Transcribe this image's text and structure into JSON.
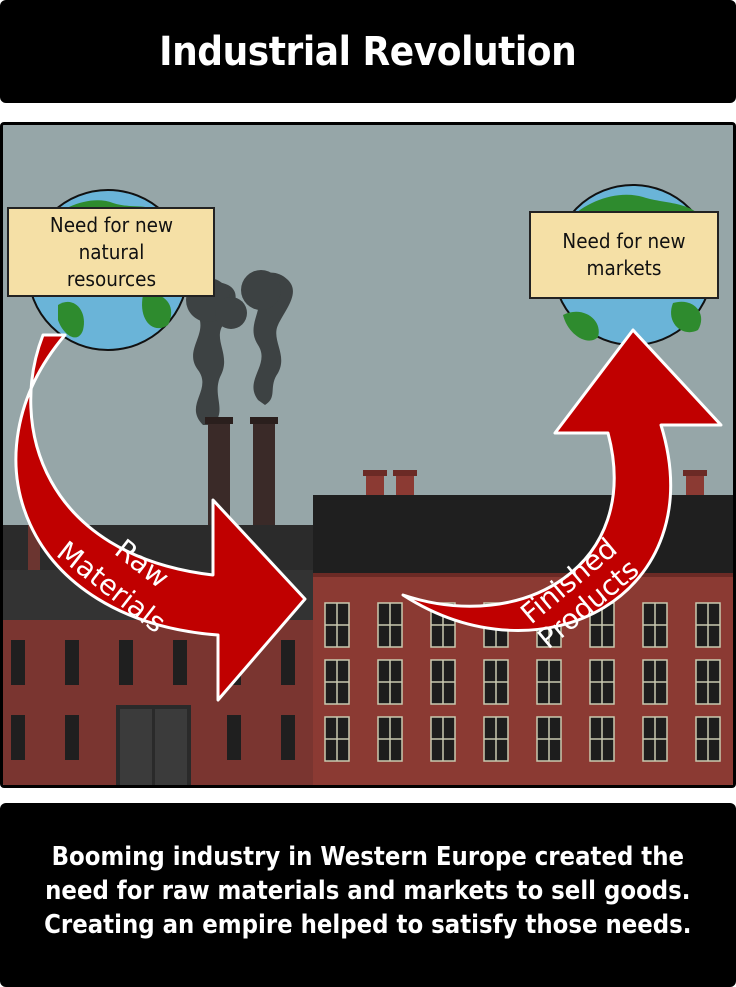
{
  "title": "Industrial Revolution",
  "labels": {
    "left_globe": "Need for new natural resources",
    "right_globe": "Need for new markets"
  },
  "arrows": {
    "left": [
      "Raw",
      "Materials"
    ],
    "right": [
      "Finished",
      "Products"
    ]
  },
  "caption": "Booming industry in Western Europe created the\nneed for raw materials and markets to sell goods.\nCreating an empire helped to satisfy those needs.",
  "colors": {
    "sky": "#96a6a8",
    "arrow": "#c00000",
    "brick": "#8b3a33",
    "label_bg": "#f5e0a6",
    "ocean": "#6ab4d8",
    "land": "#2e8b2e"
  }
}
